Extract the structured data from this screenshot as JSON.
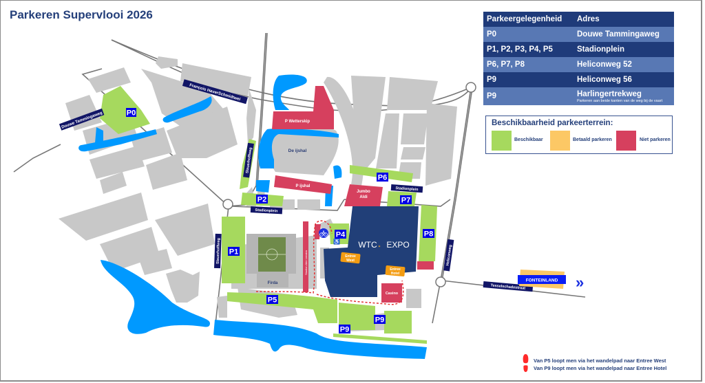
{
  "title": "Parkeren Supervlooi 2026",
  "table": {
    "headers": [
      "Parkeergelegenheid",
      "Adres"
    ],
    "rows": [
      {
        "lots": "P0",
        "address": "Douwe Tammingaweg",
        "note": ""
      },
      {
        "lots": "P1, P2, P3, P4, P5",
        "address": "Stadionplein",
        "note": ""
      },
      {
        "lots": "P6, P7, P8",
        "address": "Heliconweg 52",
        "note": ""
      },
      {
        "lots": "P9",
        "address": "Heliconweg 56",
        "note": ""
      },
      {
        "lots": "P9",
        "address": "Harlingertrekweg",
        "note": "Parkeren aan beide kanten van de weg bij de vaart"
      }
    ]
  },
  "legend": {
    "title": "Beschikbaarheid parkeerterrein:",
    "items": [
      {
        "label": "Beschikbaar",
        "color": "#a6d95e"
      },
      {
        "label": "Betaald parkeren",
        "color": "#fcc865"
      },
      {
        "label": "Niet parkeren",
        "color": "#d6405e"
      }
    ]
  },
  "colors": {
    "available": "#a6d95e",
    "paid": "#fcc865",
    "no_parking": "#d6405e",
    "water": "#0099ff",
    "building": "#c8c8c8",
    "expo": "#213f78",
    "label_bg": "#0000e6",
    "street_bg": "#111566",
    "title": "#243f7a"
  },
  "map": {
    "parking_labels": {
      "p0": "P0",
      "p1": "P1",
      "p2": "P2",
      "p4": "P4",
      "p5": "P5",
      "p6": "P6",
      "p7": "P7",
      "p8": "P8",
      "p9a": "P9",
      "p9b": "P9"
    },
    "streets": {
      "douwe": "Douwe Tammingaweg",
      "francois": "François HaverSchmidtwei",
      "slauer_top": "Slauerhoffweg",
      "slauer_bottom": "Slauerhoffweg",
      "stadion_left": "Stadionplein",
      "stadion_right": "Stadionplein",
      "helicon": "Heliconweg",
      "tessel": "Tesselschadestraat",
      "abe_lenstra": "Stadion Abe Lenstra"
    },
    "places": {
      "wetterskip": "P Wetterskip",
      "ijshal": "De ijshal",
      "p_ijshal": "P ijshal",
      "jumbo": "Jumbo",
      "aldi": "Aldi",
      "wtc_left": "WTC",
      "wtc_right": "EXPO",
      "entree_west_1": "Entree",
      "entree_west_2": "West",
      "entree_hotel_1": "Entree",
      "entree_hotel_2": "Hotel",
      "casino": "Casino",
      "firda": "Firda",
      "fonteinland": "FONTEINLAND",
      "arrows": "»"
    }
  },
  "notes": [
    "Van P5 loopt men via het wandelpad naar Entree West",
    "Van P9 loopt men via het wandelpad naar Entree Hotel"
  ]
}
